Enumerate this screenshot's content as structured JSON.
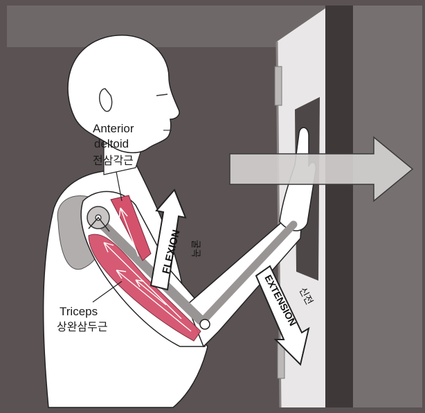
{
  "labels": {
    "anterior_deltoid_en_line1": "Anterior",
    "anterior_deltoid_en_line2": "deltoid",
    "anterior_deltoid_ko": "전삼각근",
    "triceps_en": "Triceps",
    "triceps_ko": "상완삼두근"
  },
  "arrows": {
    "flexion_en": "FLEXION",
    "flexion_ko": "굴곡",
    "extension_en": "EXTENSION",
    "extension_ko": "신전"
  },
  "colors": {
    "wall_dark": "#5a5253",
    "wall_mid": "#6d6566",
    "door": "#e9e7e7",
    "push_panel": "#4e4748",
    "muscle": "#d4526c",
    "bone": "#9a9595",
    "skin": "#ffffff",
    "force_arrow": "#d2cfcf"
  }
}
